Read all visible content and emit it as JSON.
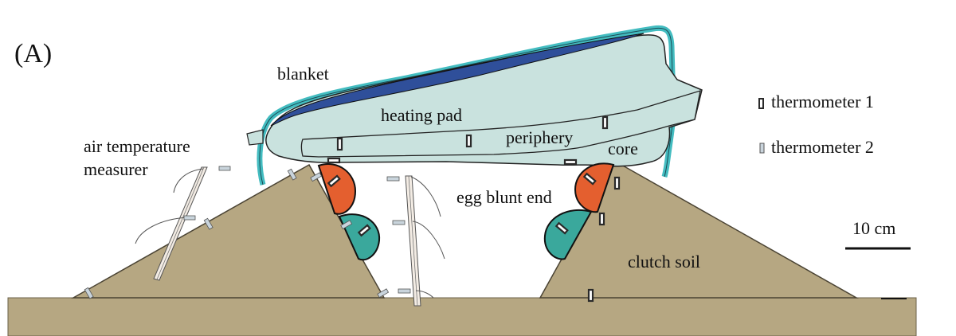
{
  "panel_label": "(A)",
  "labels": {
    "blanket": "blanket",
    "heating_pad": "heating pad",
    "periphery": "periphery",
    "core": "core",
    "air_temperature_line1": "air temperature",
    "air_temperature_line2": "measurer",
    "egg_blunt_end": "egg blunt end",
    "clutch_soil": "clutch soil"
  },
  "legend": [
    {
      "label": "thermometer 1",
      "icon": "thermometer-1-icon",
      "color": "#3a3a3a"
    },
    {
      "label": "thermometer 2",
      "icon": "thermometer-2-icon",
      "color": "#c9d4dc"
    }
  ],
  "scale_bar": {
    "label": "10 cm"
  },
  "colors": {
    "soil": "#b6a782",
    "blanket_outer": "#43bcc0",
    "blanket_inner": "#2f4f9a",
    "heating_pad": "#c9e2de",
    "egg_orange": "#e45f2f",
    "egg_teal": "#3aa89c",
    "thermo_dark": "#3a3a3a",
    "thermo_light": "#c9d4dc"
  }
}
